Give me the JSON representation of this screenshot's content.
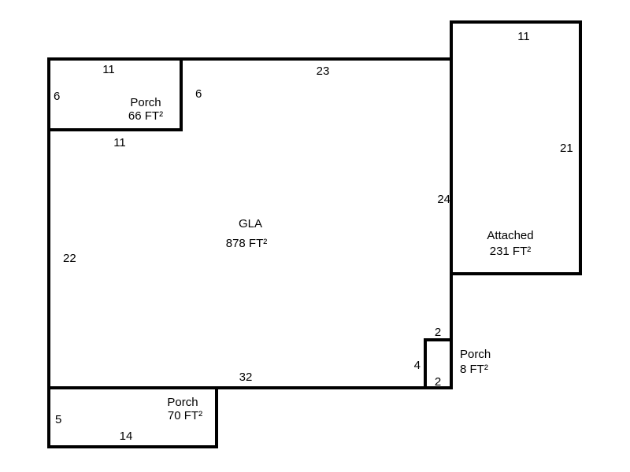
{
  "diagram": {
    "colors": {
      "line": "#000000",
      "background": "#ffffff",
      "text": "#000000"
    },
    "areas": {
      "gla": {
        "name": "GLA",
        "size": "878 FT²"
      },
      "attached": {
        "name": "Attached",
        "size": "231 FT²"
      },
      "porch_top": {
        "name": "Porch",
        "size": "66 FT²"
      },
      "porch_right": {
        "name": "Porch",
        "size": "8 FT²"
      },
      "porch_bottom": {
        "name": "Porch",
        "size": "70 FT²"
      }
    },
    "dims": {
      "porch_top_width": "11",
      "porch_top_left": "6",
      "porch_top_right": "6",
      "porch_top_bottom": "11",
      "gla_top": "23",
      "gla_left": "22",
      "gla_right": "24",
      "gla_bottom": "32",
      "attached_top": "11",
      "attached_right": "21",
      "porch_right_top": "2",
      "porch_right_left": "4",
      "porch_right_bottom": "2",
      "porch_bottom_left": "5",
      "porch_bottom_width": "14"
    }
  }
}
